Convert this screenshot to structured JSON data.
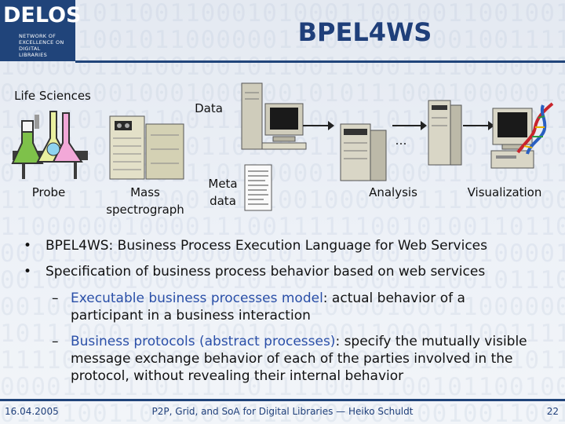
{
  "logo": {
    "word": "DELOS",
    "subtitle": [
      "NETWORK OF",
      "EXCELLENCE ON",
      "DIGITAL",
      "LIBRARIES"
    ]
  },
  "title": "BPEL4WS",
  "diagram": {
    "labels": {
      "life_sciences": "Life Sciences",
      "data": "Data",
      "ellipsis": "…",
      "probe": "Probe",
      "mass_spectrograph_1": "Mass",
      "mass_spectrograph_2": "spectrograph",
      "meta_data_1": "Meta",
      "meta_data_2": "data",
      "analysis": "Analysis",
      "visualization": "Visualization"
    }
  },
  "bullets": [
    {
      "text": "BPEL4WS: Business Process Execution Language for Web Services"
    },
    {
      "text": "Specification of business process behavior based on web services"
    }
  ],
  "subbullets": [
    {
      "highlight": "Executable business processes model",
      "rest_line1": ": actual behavior of a",
      "line2": "participant in a business interaction"
    },
    {
      "highlight": "Business protocols (abstract processes)",
      "rest_line1": ": specify the mutually visible",
      "line2": "message exchange behavior of each of the parties involved in the",
      "line3": "protocol, without revealing their internal behavior"
    }
  ],
  "footer": {
    "date": "16.04.2005",
    "title": "P2P, Grid, and SoA for Digital Libraries — Heiko Schuldt",
    "page": "22"
  },
  "colors": {
    "brand_blue": "#20447a",
    "highlight_blue": "#2a4fa8"
  },
  "icons": [
    "lab-flasks-icon",
    "mass-spectrograph-icon",
    "workstation-icon",
    "server-tower-icon",
    "document-icon",
    "desktop-computer-icon",
    "dna-helix-icon",
    "arrow-icon"
  ]
}
